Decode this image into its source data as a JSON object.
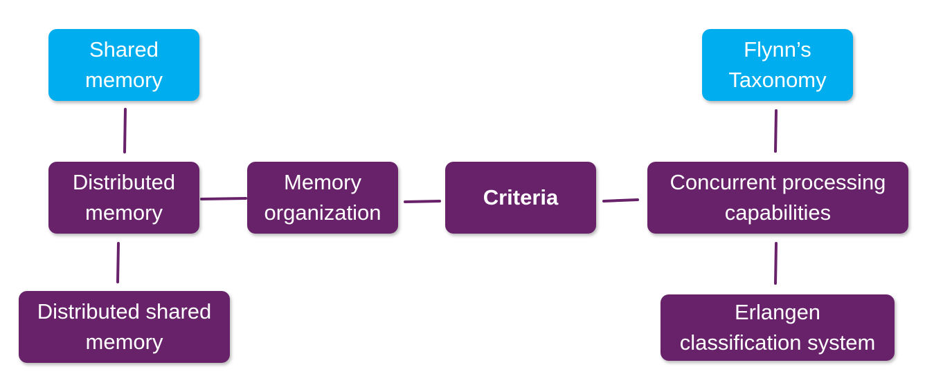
{
  "colors": {
    "node_purple": "#68226a",
    "node_cyan": "#00adee",
    "connector": "#68226a",
    "text": "#ffffff"
  },
  "nodes": {
    "criteria": {
      "label": "Criteria"
    },
    "memory_organization": {
      "label": "Memory\norganization"
    },
    "distributed_memory": {
      "label": "Distributed\nmemory"
    },
    "shared_memory": {
      "label": "Shared\nmemory"
    },
    "distributed_shared_memory": {
      "label": "Distributed shared\nmemory"
    },
    "concurrent_processing": {
      "label": "Concurrent processing\ncapabilities"
    },
    "flynns_taxonomy": {
      "label": "Flynn’s\nTaxonomy"
    },
    "erlangen": {
      "label": "Erlangen\nclassification system"
    }
  }
}
